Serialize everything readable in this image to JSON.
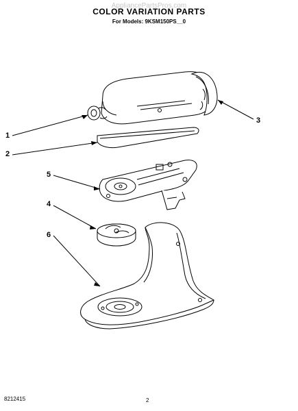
{
  "watermark": "AppliancePartsPros.com",
  "title": "COLOR VARIATION PARTS",
  "subtitle": "For Models: 9KSM150PS__0",
  "callouts": [
    "1",
    "2",
    "3",
    "4",
    "5",
    "6"
  ],
  "footer": {
    "doc_number": "8212415",
    "page_number": "2"
  }
}
